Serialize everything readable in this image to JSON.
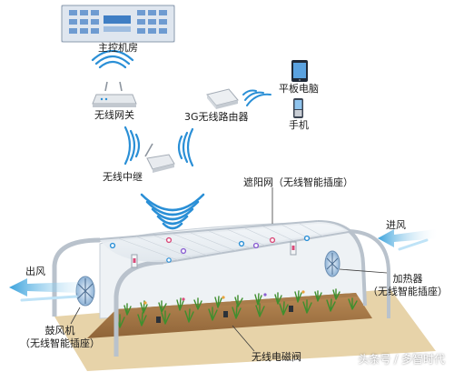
{
  "labels": {
    "control_room": "主控机房",
    "tablet": "平板电脑",
    "gateway": "无线网关",
    "router": "3G无线路由器",
    "phone": "手机",
    "repeater": "无线中继",
    "shade_net": "遮阳网（无线智能插座）",
    "air_in": "进风",
    "air_out": "出风",
    "heater_line1": "加热器",
    "heater_line2": "（无线智能插座）",
    "fan_line1": "鼓风机",
    "fan_line2": "（无线智能插座）",
    "valve": "无线电磁阀"
  },
  "watermark": "头条号 / 多智时代",
  "colors": {
    "wifi": "#2a8fd6",
    "arrow": "#3aa2dc",
    "arrow_light": "#bfe3f7",
    "frame": "#cfd6de",
    "ground": "#e7d3a9",
    "plant": "#3f8f2e",
    "control_panel": "#6e9bd1"
  },
  "icons": {
    "control_room": "server-rack-icon",
    "gateway": "router-antenna-icon",
    "router": "3g-router-icon",
    "tablet": "tablet-icon",
    "phone": "phone-icon",
    "repeater": "repeater-icon"
  }
}
